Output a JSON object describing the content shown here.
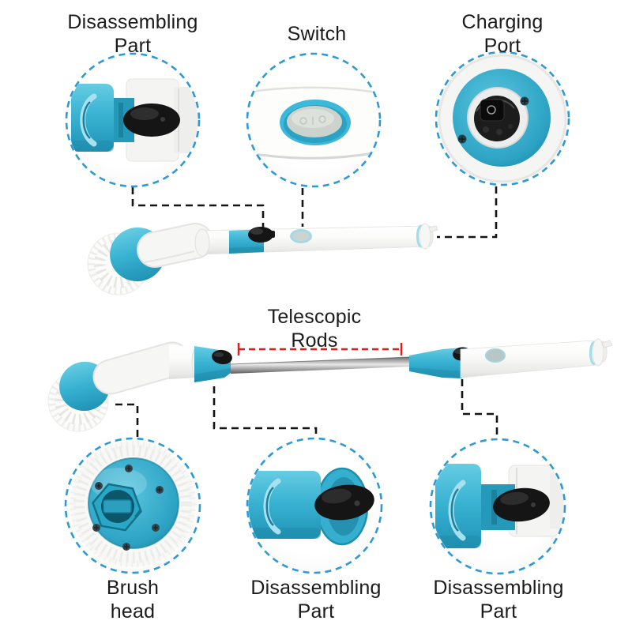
{
  "colors": {
    "background": "#ffffff",
    "text": "#1b1b1b",
    "teal": "#3fb6d6",
    "teal_dark": "#2191b2",
    "callout_ring_blue": "#2e9ad4",
    "leader_black": "#141414",
    "measure_red": "#e81b1b",
    "button_black": "#151515",
    "metal_rod": "#9aa0a2"
  },
  "callouts": {
    "top": [
      {
        "id": "disassembling-part-top",
        "lines": [
          "Disassembling",
          "Part"
        ]
      },
      {
        "id": "switch",
        "lines": [
          "Switch"
        ]
      },
      {
        "id": "charging-port",
        "lines": [
          "Charging",
          "Port"
        ]
      }
    ],
    "bottom": [
      {
        "id": "brush-head",
        "lines": [
          "Brush",
          "head"
        ]
      },
      {
        "id": "disassembling-part-middle",
        "lines": [
          "Disassembling",
          "Part"
        ]
      },
      {
        "id": "disassembling-part-right",
        "lines": [
          "Disassembling",
          "Part"
        ]
      }
    ]
  },
  "measurement": {
    "id": "telescopic-rods",
    "lines": [
      "Telescopic",
      "Rods"
    ]
  }
}
